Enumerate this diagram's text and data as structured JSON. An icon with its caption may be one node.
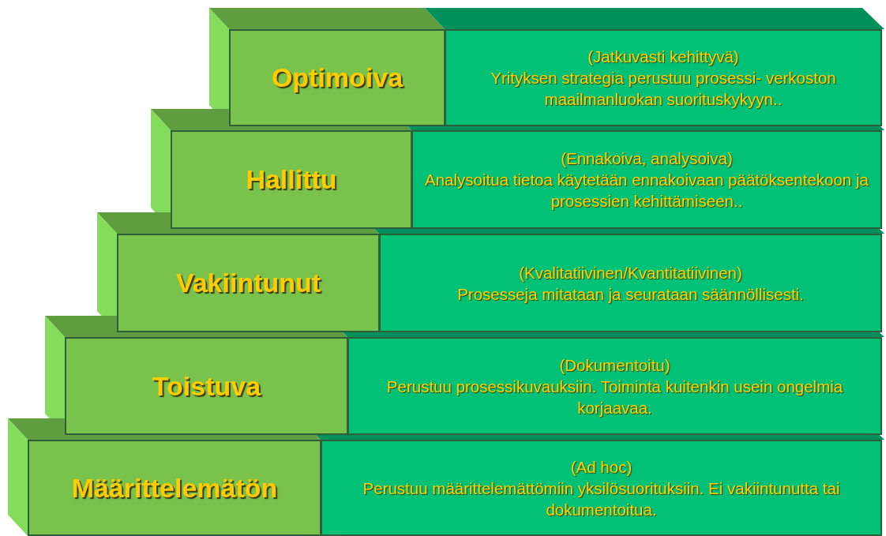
{
  "diagram": {
    "nodes": [
      {
        "text": [
          "Optimoiva"
        ]
      },
      {
        "text": [
          "(Jatkuvasti kehittyvä)",
          "Yrityksen strategia perustuu prosessi- verkoston maailmanluokan suorituskykyyn.."
        ]
      },
      {
        "text": [
          "Hallittu"
        ]
      },
      {
        "text": [
          "(Ennakoiva, analysoiva)",
          "Analysoitua tietoa käytetään ennakoivaan päätöksentekoon ja prosessien kehittämiseen.."
        ]
      },
      {
        "text": [
          "Vakiintunut"
        ]
      },
      {
        "text": [
          "(Kvalitatiivinen/Kvantitatiivinen)",
          "Prosesseja mitataan ja seurataan säännöllisesti."
        ]
      },
      {
        "text": [
          "Toistuva"
        ]
      },
      {
        "text": [
          "(Dokumentoitu)",
          "Perustuu prosessikuvauksiin. Toiminta kuitenkin usein ongelmia korjaavaa."
        ]
      },
      {
        "text": [
          "Määrittelemätön"
        ]
      },
      {
        "text": [
          "(Ad hoc)",
          "Perustuu määrittelemättömiin yksilösuorituksiin. Ei vakiintunutta tai dokumentoitua."
        ]
      }
    ]
  }
}
